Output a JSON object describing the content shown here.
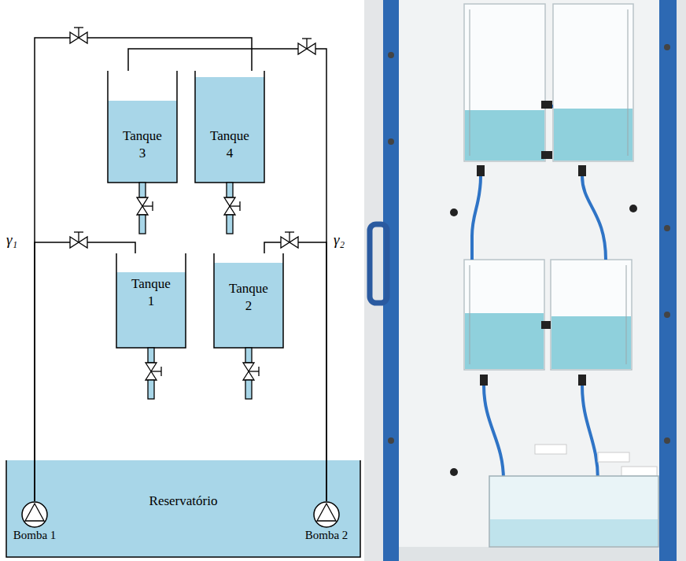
{
  "diagram": {
    "nodes": [
      {
        "text": [
          "Tanque 3"
        ]
      },
      {
        "text": [
          "Tanque 4"
        ]
      },
      {
        "text": [
          "Tanque 1"
        ]
      },
      {
        "text": [
          "Tanque 2"
        ]
      },
      {
        "text": [
          "Reservatório"
        ]
      },
      {
        "text": [
          "Bomba 1"
        ],
        "in": 4
      },
      {
        "text": [
          "Bomba 2"
        ],
        "in": 4
      }
    ],
    "edges": [
      {
        "from": 5,
        "to": 2,
        "arrow": "none"
      },
      {
        "from": 5,
        "to": 1,
        "arrow": "none"
      },
      {
        "from": 6,
        "to": 3,
        "arrow": "none"
      },
      {
        "from": 6,
        "to": 0,
        "arrow": "none"
      }
    ],
    "labels": [
      "γ₁",
      "γ₂"
    ]
  }
}
